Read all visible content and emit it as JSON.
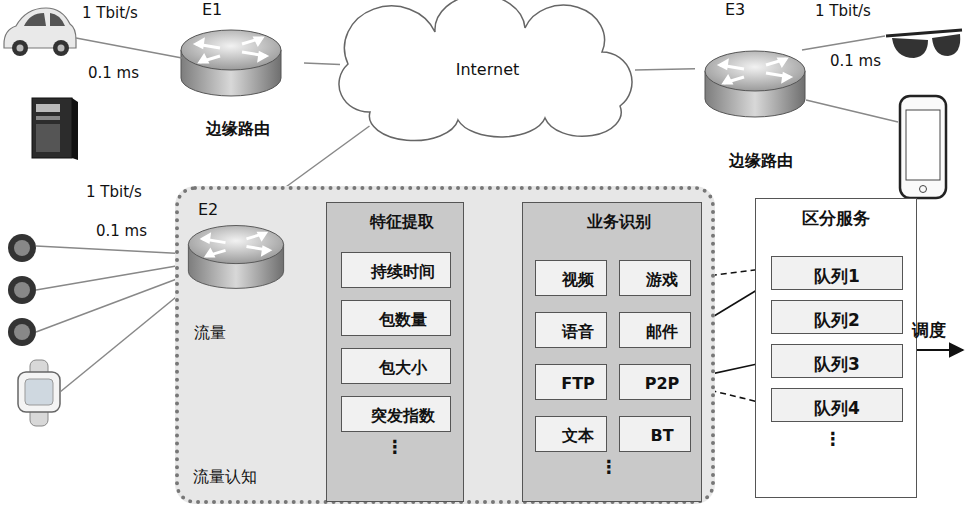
{
  "diagram": {
    "nodes": [
      {
        "text": [
          "E1",
          "边缘路由"
        ]
      },
      {
        "text": [
          "Internet"
        ]
      },
      {
        "text": [
          "E3",
          "边缘路由"
        ]
      },
      {
        "text": [
          "流量认知"
        ]
      },
      {
        "text": [
          "E2",
          "流量"
        ],
        "in": 3
      },
      {
        "text": [
          "特征提取"
        ],
        "in": 3
      },
      {
        "text": [
          "持续时间"
        ],
        "in": 5
      },
      {
        "text": [
          "包数量"
        ],
        "in": 5
      },
      {
        "text": [
          "包大小"
        ],
        "in": 5
      },
      {
        "text": [
          "突发指数"
        ],
        "in": 5
      },
      {
        "text": [
          "业务识别"
        ],
        "in": 3
      },
      {
        "text": [
          "视频"
        ],
        "in": 10
      },
      {
        "text": [
          "游戏"
        ],
        "in": 10
      },
      {
        "text": [
          "语音"
        ],
        "in": 10
      },
      {
        "text": [
          "邮件"
        ],
        "in": 10
      },
      {
        "text": [
          "FTP"
        ],
        "in": 10
      },
      {
        "text": [
          "P2P"
        ],
        "in": 10
      },
      {
        "text": [
          "文本"
        ],
        "in": 10
      },
      {
        "text": [
          "BT"
        ],
        "in": 10
      },
      {
        "text": [
          "区分服务"
        ]
      },
      {
        "text": [
          "队列1"
        ],
        "in": 19
      },
      {
        "text": [
          "队列2"
        ],
        "in": 19
      },
      {
        "text": [
          "队列3"
        ],
        "in": 19
      },
      {
        "text": [
          "队列4"
        ],
        "in": 19
      }
    ],
    "edges": [
      {
        "from": 0,
        "to": 1,
        "arrow": "none"
      },
      {
        "from": 1,
        "to": 2,
        "arrow": "none"
      },
      {
        "from": 1,
        "to": 4,
        "arrow": "none"
      },
      {
        "from": 4,
        "to": 5,
        "arrow": "to"
      },
      {
        "from": 5,
        "to": 11,
        "arrow": "to"
      },
      {
        "from": 5,
        "to": 13,
        "arrow": "to"
      },
      {
        "from": 5,
        "to": 15,
        "arrow": "to"
      },
      {
        "from": 5,
        "to": 17,
        "arrow": "to"
      },
      {
        "from": 12,
        "to": 20,
        "arrow": "to"
      },
      {
        "from": 14,
        "to": 20,
        "arrow": "to"
      },
      {
        "from": 16,
        "to": 22,
        "arrow": "to"
      },
      {
        "from": 16,
        "to": 23,
        "arrow": "to"
      }
    ],
    "labels": [
      "1 Tbit/s",
      "0.1 ms",
      "1 Tbit/s",
      "0.1 ms",
      "1 Tbit/s",
      "0.1 ms",
      "⋮",
      "⋮",
      "⋮",
      "调度"
    ]
  }
}
